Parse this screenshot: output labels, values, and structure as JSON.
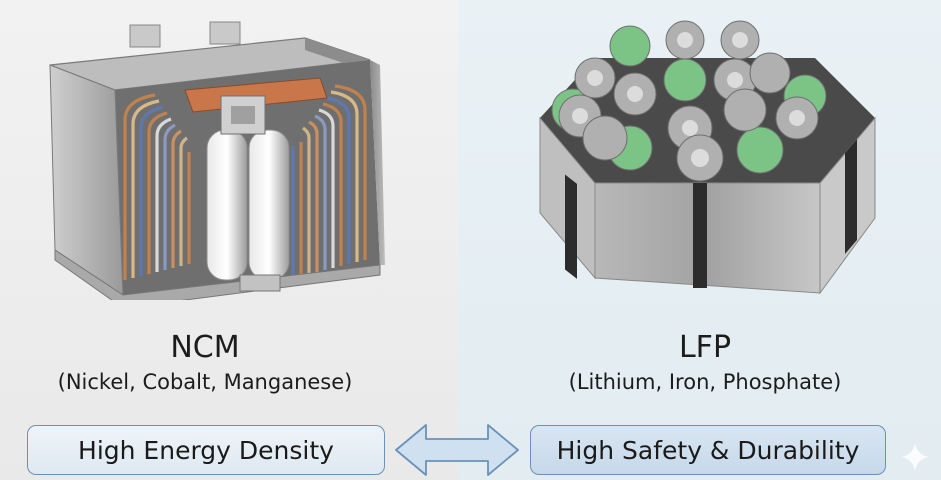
{
  "left": {
    "title": "NCM",
    "subtitle": "(Nickel, Cobalt, Manganese)",
    "badge": "High Energy Density"
  },
  "right": {
    "title": "LFP",
    "subtitle": "(Lithium, Iron, Phosphate)",
    "badge": "High Safety & Durability"
  },
  "connector": {
    "icon": "double-arrow-icon"
  },
  "watermark": {
    "icon": "sparkle-icon"
  },
  "colors": {
    "left_bg": "#eeeeee",
    "right_bg": "#e5eef3",
    "pill_border": "#6b91b8",
    "arrow_fill": "#cfe0f0",
    "cell_green": "#76c283",
    "cell_gray": "#a9a9a9"
  }
}
